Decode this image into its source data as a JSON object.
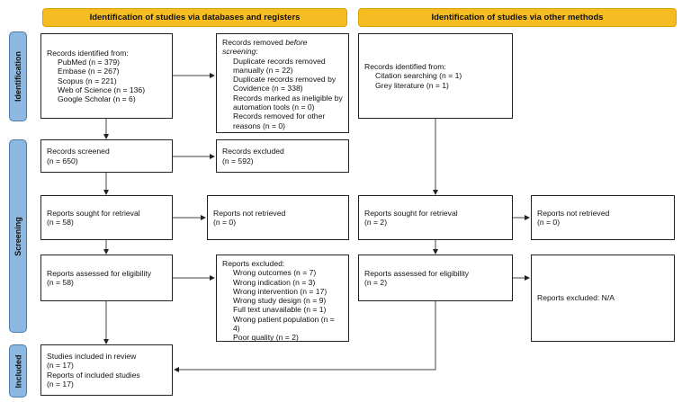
{
  "headers": {
    "left": "Identification of studies via databases and registers",
    "right": "Identification of studies via other methods"
  },
  "phases": {
    "identification": "Identification",
    "screening": "Screening",
    "included": "Included"
  },
  "left": {
    "identified": {
      "title": "Records identified from:",
      "items": [
        "PubMed (n = 379)",
        "Embase (n = 267)",
        "Scopus (n = 221)",
        "Web of Science (n = 136)",
        "Google Scholar (n = 6)"
      ]
    },
    "removed": {
      "title_a": "Records removed ",
      "title_b": "before screening",
      "title_c": ":",
      "items": [
        "Duplicate records removed manually (n = 22)",
        "Duplicate records removed by Covidence (n = 338)",
        "Records marked as ineligible by automation tools (n = 0)",
        "Records removed for other reasons (n = 0)"
      ]
    },
    "screened": {
      "label": "Records screened",
      "n": "(n = 650)"
    },
    "excluded": {
      "label": "Records excluded",
      "n": "(n = 592)"
    },
    "sought": {
      "label": "Reports sought for retrieval",
      "n": "(n = 58)"
    },
    "not_retrieved": {
      "label": "Reports not retrieved",
      "n": "(n = 0)"
    },
    "assessed": {
      "label": "Reports assessed for eligibility",
      "n": "(n = 58)"
    },
    "reports_excluded": {
      "title": "Reports excluded:",
      "items": [
        "Wrong outcomes (n = 7)",
        "Wrong indication (n = 3)",
        "Wrong intervention (n = 17)",
        "Wrong study design (n = 9)",
        "Full text unavailable (n = 1)",
        "Wrong patient population (n = 4)",
        "Poor quality (n = 2)"
      ]
    },
    "included": {
      "studies": "Studies included in review",
      "studies_n": "(n = 17)",
      "reports": "Reports of included studies",
      "reports_n": "(n = 17)"
    }
  },
  "right": {
    "identified": {
      "title": "Records identified from:",
      "items": [
        "Citation searching (n = 1)",
        "Grey literature (n = 1)"
      ]
    },
    "sought": {
      "label": "Reports sought for retrieval",
      "n": "(n = 2)"
    },
    "not_retrieved": {
      "label": "Reports not retrieved",
      "n": "(n = 0)"
    },
    "assessed": {
      "label": "Reports assessed for eligibility",
      "n": "(n = 2)"
    },
    "excluded": {
      "label": "Reports excluded: N/A"
    }
  },
  "colors": {
    "header": "#f5bd22",
    "phase": "#8db8e2"
  }
}
